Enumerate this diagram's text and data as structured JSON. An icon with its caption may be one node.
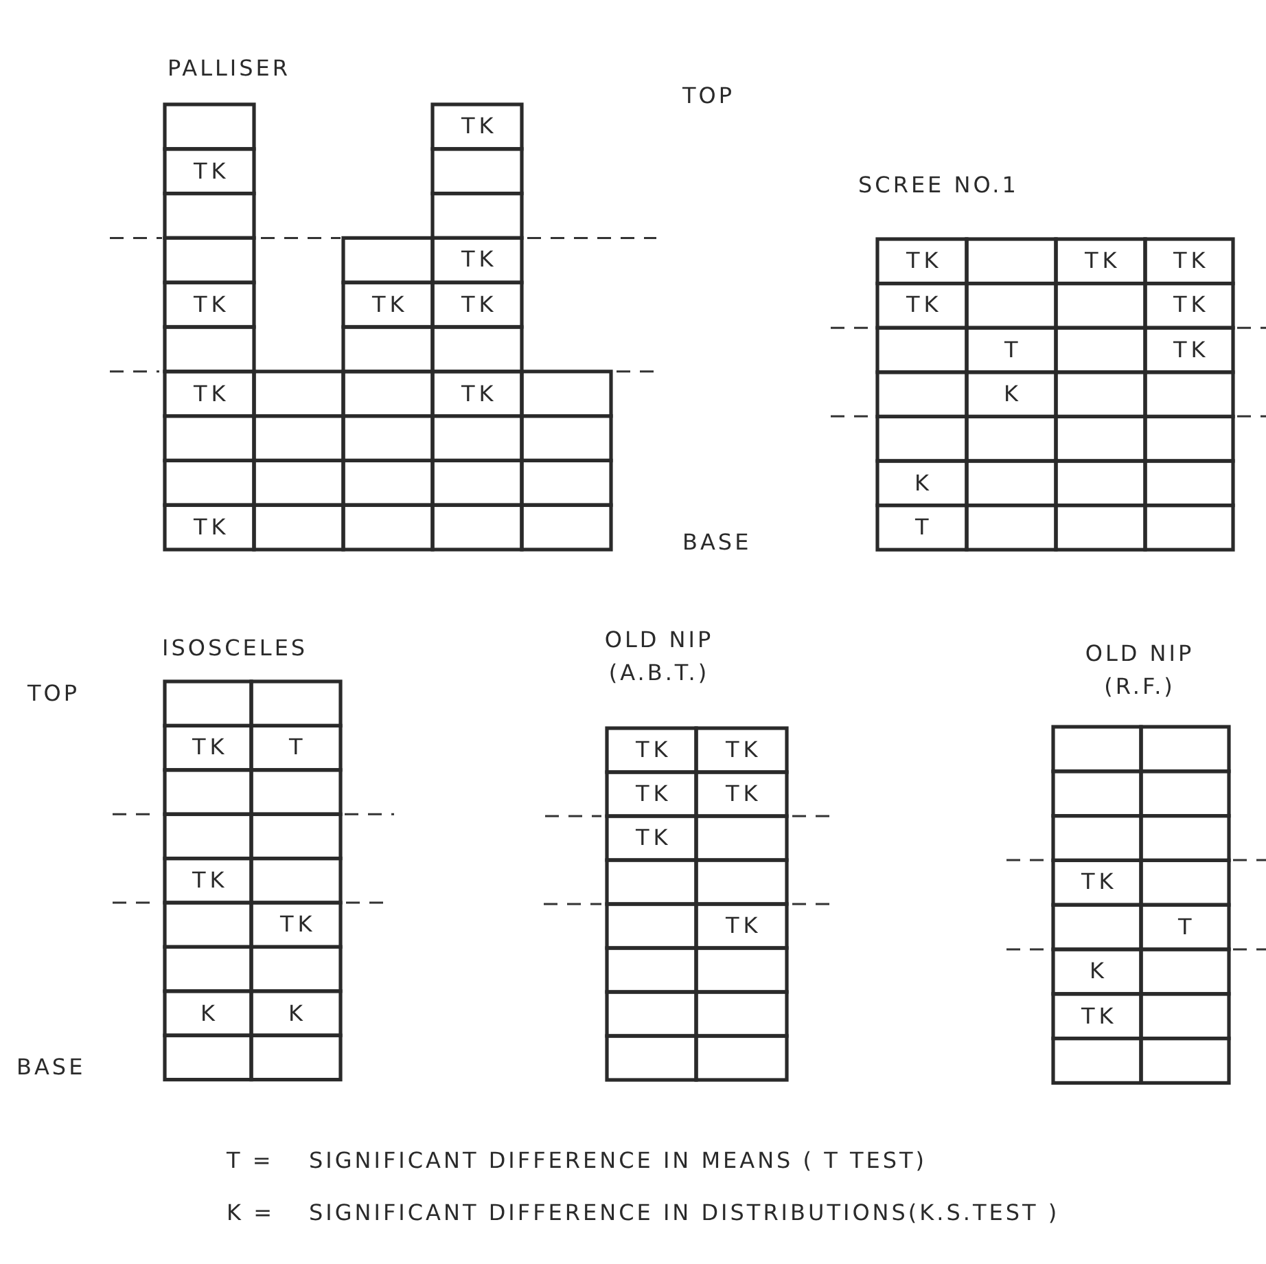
{
  "diagram": {
    "labels": [
      "PALLISER",
      "TOP",
      "TK",
      "TK",
      "TK",
      "TK",
      "TK",
      "TK",
      "TK",
      "TK",
      "TK",
      "BASE",
      "SCREE NO.1",
      "TK",
      "TK",
      "TK",
      "TK",
      "TK",
      "T",
      "TK",
      "K",
      "K",
      "T",
      "TOP",
      "ISOSCELES",
      "TK",
      "T",
      "TK",
      "TK",
      "K",
      "K",
      "BASE",
      "OLD NIP (A.B.T.)",
      "TK",
      "TK",
      "TK",
      "TK",
      "TK",
      "TK",
      "OLD NIP (R.F.)",
      "TK",
      "T",
      "K",
      "TK",
      "T =",
      "SIGNIFICANT DIFFERENCE IN MEANS ( T TEST)",
      "K =",
      "SIGNIFICANT DIFFERENCE IN DISTRIBUTIONS(K.S.TEST )"
    ]
  }
}
